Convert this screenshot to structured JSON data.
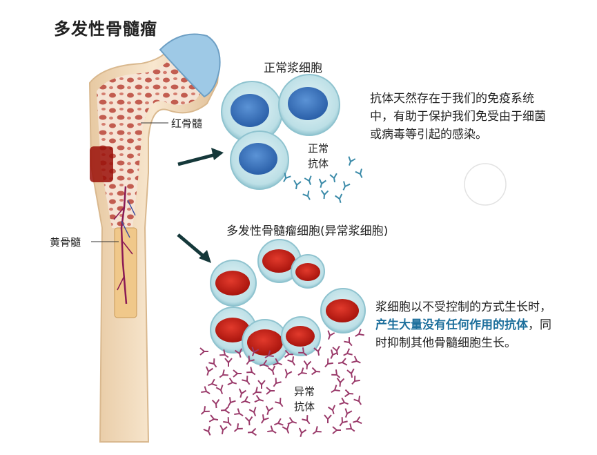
{
  "title": "多发性骨髓瘤",
  "labels": {
    "red_marrow": "红骨髓",
    "yellow_marrow": "黄骨髓",
    "normal_plasma_cells": "正常浆细胞",
    "normal_antibodies_line1": "正常",
    "normal_antibodies_line2": "抗体",
    "myeloma_cells": "多发性骨髓瘤细胞(异常浆细胞)",
    "abnormal_antibodies_line1": "异常",
    "abnormal_antibodies_line2": "抗体"
  },
  "text_normal": "抗体天然存在于我们的免疫系统中，有助于保护我们免受由于细菌或病毒等引起的感染。",
  "text_abnormal": {
    "part1": "浆细胞以不受控制的方式生长时，",
    "highlight": "产生大量没有任何作用的抗体",
    "part2": "，同时抑制其他骨髓细胞生长。"
  },
  "colors": {
    "highlight": "#1d6f9c",
    "normal_nucleus": "#2f6fb8",
    "myeloma_nucleus": "#cc1d14",
    "cell_membrane": "#bfe3ea",
    "normal_antibody": "#3a8aa8",
    "abnormal_antibody": "#9a3a6a",
    "arrow": "#15383a",
    "bone": "#f2d9b8"
  }
}
